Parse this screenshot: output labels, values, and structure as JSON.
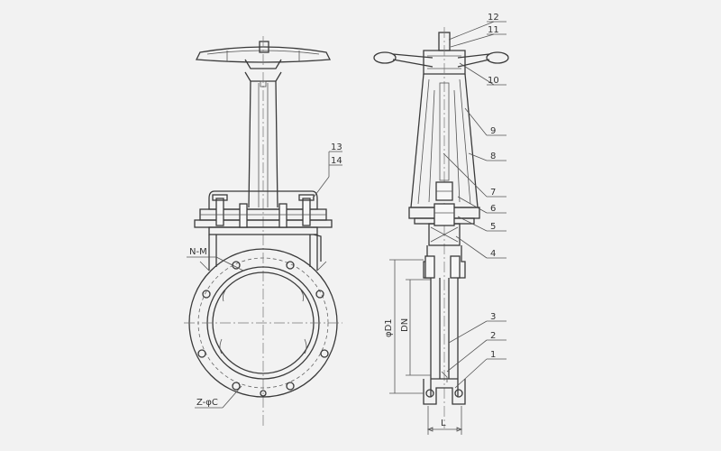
{
  "callouts": {
    "c12": "12",
    "c11": "11",
    "c10": "10",
    "c9": "9",
    "c8": "8",
    "c7": "7",
    "c6": "6",
    "c5": "5",
    "c4": "4",
    "c3": "3",
    "c2": "2",
    "c1": "1",
    "c13": "13",
    "c14": "14"
  },
  "dimensions": {
    "nm": "N-M",
    "zphi": "Z-φC",
    "phid1": "φD1",
    "dn": "DN",
    "l": "L"
  },
  "colors": {
    "background": "#f2f2f2",
    "line": "#3a3a3a"
  }
}
